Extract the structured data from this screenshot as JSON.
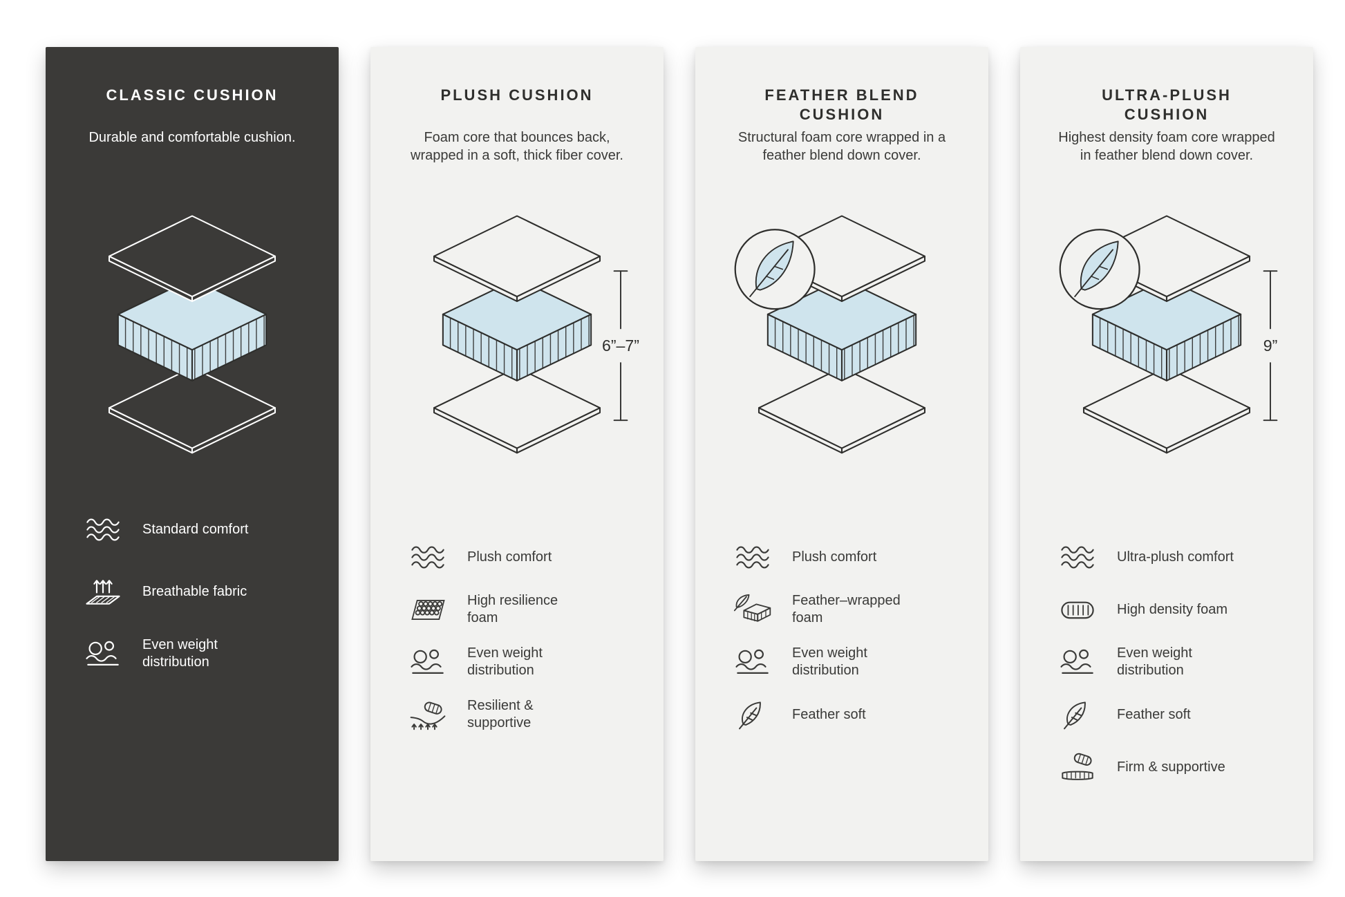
{
  "colors": {
    "page_bg": "#ffffff",
    "dark_panel": "#3b3a38",
    "light_panel": "#f2f2f0",
    "foam_blue": "#cfe4ed",
    "outline_dark": "#2e2e2c"
  },
  "panels": [
    {
      "title": "CLASSIC CUSHION",
      "description": "Durable and comfortable cushion.",
      "measurement": "",
      "features": [
        {
          "icon": "waves-icon",
          "label": "Standard comfort"
        },
        {
          "icon": "breathable-fabric-icon",
          "label": "Breathable fabric"
        },
        {
          "icon": "even-weight-distribution-icon",
          "label": "Even weight distribution"
        }
      ]
    },
    {
      "title": "PLUSH CUSHION",
      "description": "Foam core that bounces back, wrapped in a soft, thick fiber cover.",
      "measurement": "6”–7”",
      "features": [
        {
          "icon": "waves-icon",
          "label": "Plush comfort"
        },
        {
          "icon": "high-resilience-foam-icon",
          "label": "High resilience foam"
        },
        {
          "icon": "even-weight-distribution-icon",
          "label": "Even weight distribution"
        },
        {
          "icon": "resilient-supportive-icon",
          "label": "Resilient & supportive"
        }
      ]
    },
    {
      "title": "FEATHER BLEND CUSHION",
      "description": "Structural foam core wrapped in a feather blend down cover.",
      "measurement": "",
      "features": [
        {
          "icon": "waves-icon",
          "label": "Plush comfort"
        },
        {
          "icon": "feather-wrapped-foam-icon",
          "label": "Feather–wrapped foam"
        },
        {
          "icon": "even-weight-distribution-icon",
          "label": "Even weight distribution"
        },
        {
          "icon": "feather-icon",
          "label": "Feather soft"
        }
      ]
    },
    {
      "title": "ULTRA-PLUSH CUSHION",
      "description": "Highest density foam core wrapped in feather blend down cover.",
      "measurement": "9”",
      "features": [
        {
          "icon": "waves-icon",
          "label": "Ultra-plush comfort"
        },
        {
          "icon": "high-density-foam-icon",
          "label": "High density foam"
        },
        {
          "icon": "even-weight-distribution-icon",
          "label": "Even weight distribution"
        },
        {
          "icon": "feather-icon",
          "label": "Feather soft"
        },
        {
          "icon": "firm-supportive-icon",
          "label": "Firm & supportive"
        }
      ]
    }
  ]
}
